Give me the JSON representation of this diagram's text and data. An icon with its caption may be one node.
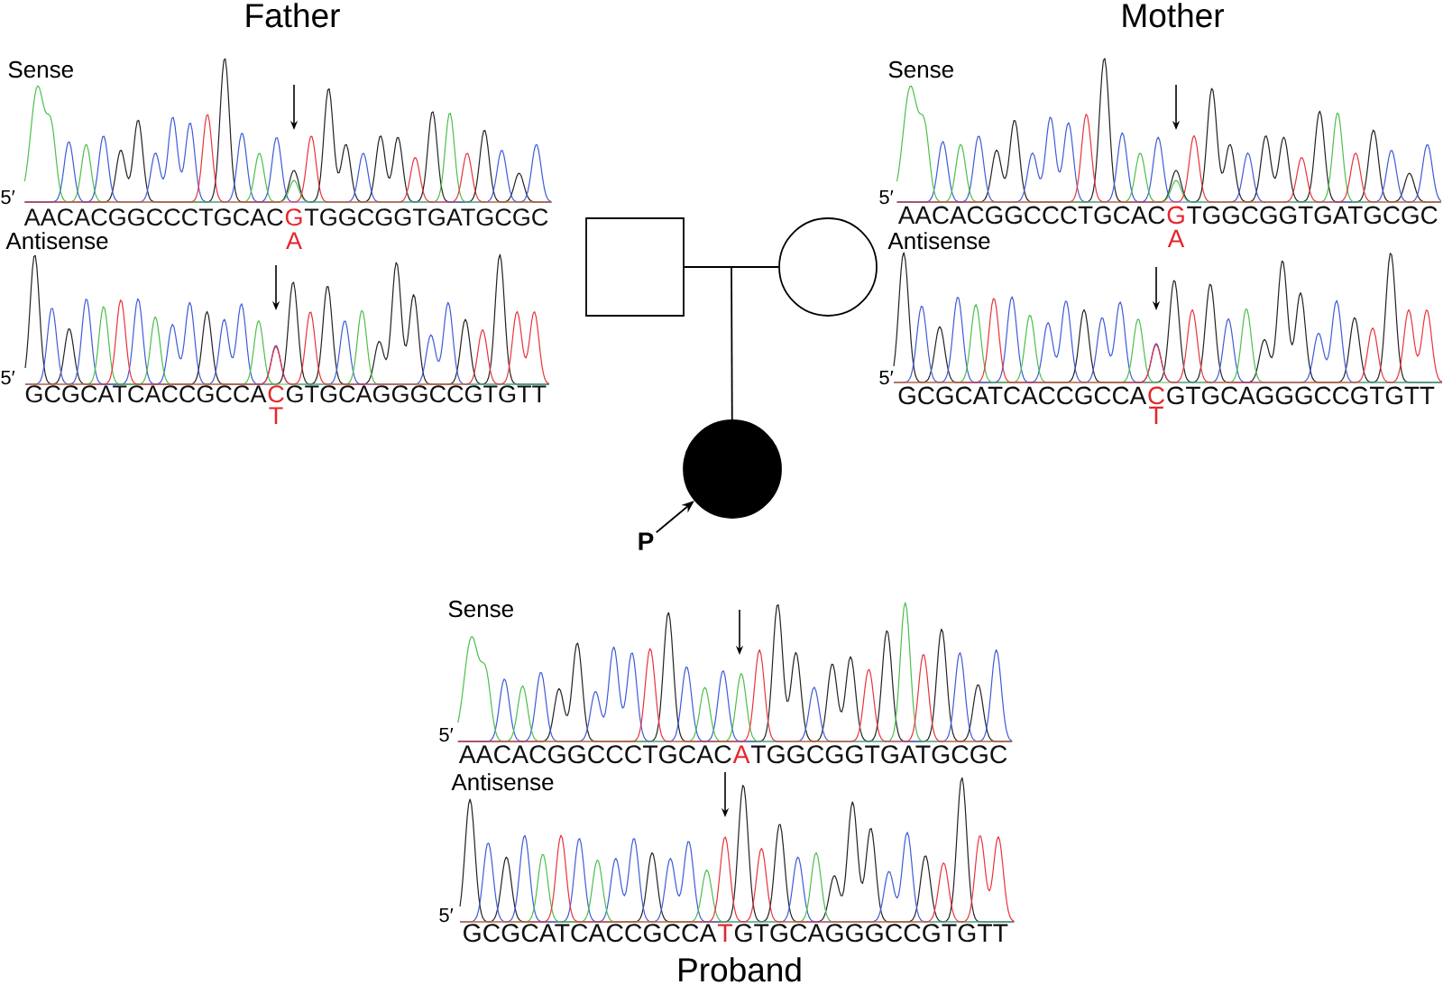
{
  "diagram": {
    "nodes": [
      {
        "text": [],
        "shape": "box"
      },
      {
        "text": [],
        "shape": "circle"
      },
      {
        "text": [],
        "shape": "circle"
      },
      {
        "text": [
          "P"
        ]
      }
    ],
    "edges": [
      {
        "from": 0,
        "to": 1,
        "arrow": "none"
      },
      {
        "from": 0,
        "to": 2,
        "arrow": "none"
      },
      {
        "from": 1,
        "to": 2,
        "arrow": "none"
      },
      {
        "from": 3,
        "to": 2,
        "arrow": "to"
      }
    ],
    "labels": [
      "Father",
      "Sense",
      "5′",
      "AACACGGCCCTGCAC",
      "G",
      "TGGCGGTGATGCGC",
      "Antisense",
      "A",
      "5′",
      "GCGCATCACCGCCA",
      "C",
      "GTGCAGGGCCGTGTT",
      "T",
      "Mother",
      "Sense",
      "5′",
      "AACACGGCCCTGCAC",
      "G",
      "TGGCGGTGATGCGC",
      "Antisense",
      "A",
      "5′",
      "GCGCATCACCGCCA",
      "C",
      "GTGCAGGGCCGTGTT",
      "T",
      "Sense",
      "5′",
      "AACACGGCCCTGCAC",
      "A",
      "TGGCGGTGATGCGC",
      "Antisense",
      "5′",
      "GCGCATCACCGCCA",
      "T",
      "GTGCAGGGCCGTGTT",
      "Proband"
    ]
  }
}
